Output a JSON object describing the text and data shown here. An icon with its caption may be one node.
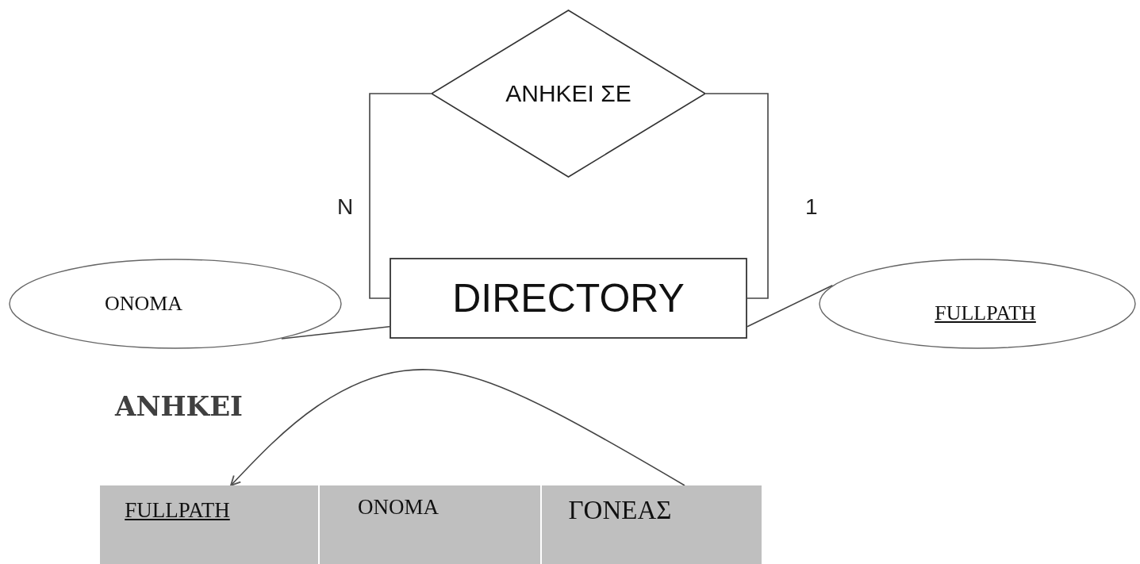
{
  "diagram": {
    "nodes": [
      {
        "text": [
          "ΑΝΗΚΕΙ ΣΕ"
        ]
      },
      {
        "text": [
          "DIRECTORY"
        ]
      },
      {
        "text": [
          "ONOMA"
        ]
      },
      {
        "text": [
          "FULLPATH"
        ]
      },
      {
        "text": [
          "FULLPATH"
        ]
      },
      {
        "text": [
          "ONOMA"
        ]
      },
      {
        "text": [
          "ΓΟΝΕΑΣ"
        ]
      }
    ],
    "edges": [
      {
        "from": 0,
        "to": 1,
        "arrow": "none",
        "label": "N"
      },
      {
        "from": 0,
        "to": 1,
        "arrow": "none",
        "label": "1"
      },
      {
        "from": 2,
        "to": 1,
        "arrow": "none"
      },
      {
        "from": 3,
        "to": 1,
        "arrow": "none"
      },
      {
        "from": 6,
        "to": 4,
        "arrow": "to"
      }
    ],
    "labels": [
      "ΑΝΗΚΕΙ"
    ]
  }
}
